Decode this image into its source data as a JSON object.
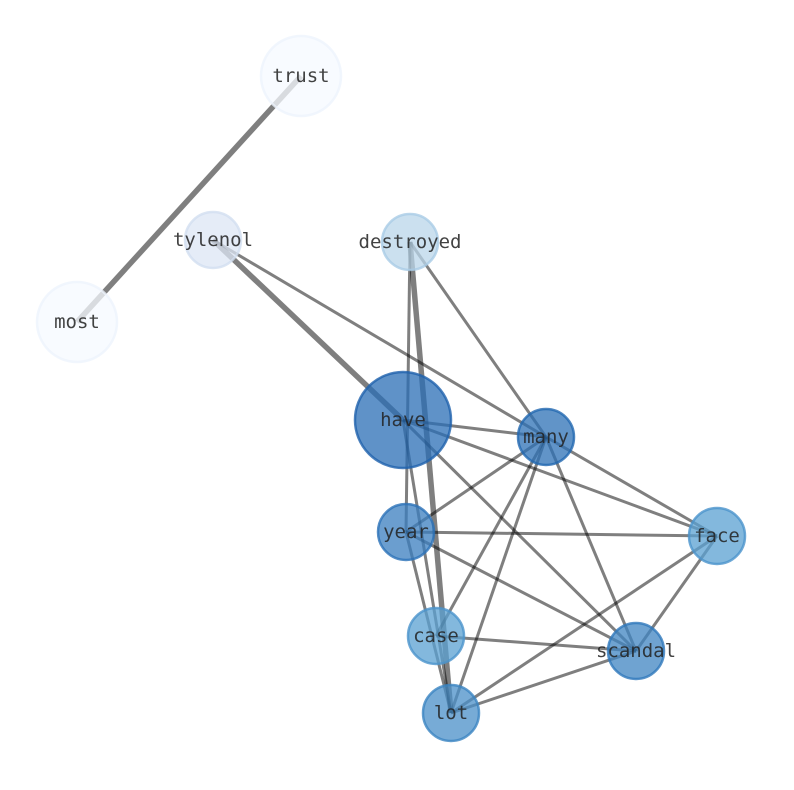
{
  "graph": {
    "title": "word co-occurrence network",
    "edge_color": "#000000",
    "nodes": [
      {
        "id": "trust",
        "label": "trust",
        "color": "#f5f9ff",
        "stroke": "#eef4fc",
        "size": "large"
      },
      {
        "id": "most",
        "label": "most",
        "color": "#f5f9ff",
        "stroke": "#eef4fc",
        "size": "large"
      },
      {
        "id": "tylenol",
        "label": "tylenol",
        "color": "#dce6f4",
        "stroke": "#d2def0",
        "size": "small"
      },
      {
        "id": "destroyed",
        "label": "destroyed",
        "color": "#b9d6ea",
        "stroke": "#a9cce6",
        "size": "small"
      },
      {
        "id": "have",
        "label": "have",
        "color": "#2a6db5",
        "stroke": "#1f62ac",
        "size": "xlarge"
      },
      {
        "id": "many",
        "label": "many",
        "color": "#2c70b6",
        "stroke": "#2268b0",
        "size": "small"
      },
      {
        "id": "year",
        "label": "year",
        "color": "#3a7ebf",
        "stroke": "#2c72b8",
        "size": "small"
      },
      {
        "id": "face",
        "label": "face",
        "color": "#5aa0d2",
        "stroke": "#4b94cc",
        "size": "small"
      },
      {
        "id": "case",
        "label": "case",
        "color": "#5aa0d2",
        "stroke": "#4b94cc",
        "size": "small"
      },
      {
        "id": "scandal",
        "label": "scandal",
        "color": "#3f84c2",
        "stroke": "#2f78bc",
        "size": "small"
      },
      {
        "id": "lot",
        "label": "lot",
        "color": "#4a8fc8",
        "stroke": "#3b84c2",
        "size": "small"
      }
    ],
    "edges": [
      {
        "source": "trust",
        "target": "most",
        "weight": 2
      },
      {
        "source": "tylenol",
        "target": "have",
        "weight": 2
      },
      {
        "source": "tylenol",
        "target": "many",
        "weight": 1
      },
      {
        "source": "destroyed",
        "target": "lot",
        "weight": 2
      },
      {
        "source": "destroyed",
        "target": "year",
        "weight": 1
      },
      {
        "source": "destroyed",
        "target": "many",
        "weight": 1
      },
      {
        "source": "have",
        "target": "many",
        "weight": 1
      },
      {
        "source": "have",
        "target": "face",
        "weight": 1
      },
      {
        "source": "have",
        "target": "scandal",
        "weight": 1
      },
      {
        "source": "have",
        "target": "lot",
        "weight": 1
      },
      {
        "source": "many",
        "target": "year",
        "weight": 1
      },
      {
        "source": "many",
        "target": "case",
        "weight": 1
      },
      {
        "source": "many",
        "target": "lot",
        "weight": 1
      },
      {
        "source": "many",
        "target": "face",
        "weight": 1
      },
      {
        "source": "many",
        "target": "scandal",
        "weight": 1
      },
      {
        "source": "year",
        "target": "face",
        "weight": 1
      },
      {
        "source": "year",
        "target": "scandal",
        "weight": 1
      },
      {
        "source": "year",
        "target": "lot",
        "weight": 1
      },
      {
        "source": "face",
        "target": "scandal",
        "weight": 1
      },
      {
        "source": "face",
        "target": "lot",
        "weight": 1
      },
      {
        "source": "case",
        "target": "scandal",
        "weight": 1
      },
      {
        "source": "lot",
        "target": "scandal",
        "weight": 1
      }
    ]
  }
}
